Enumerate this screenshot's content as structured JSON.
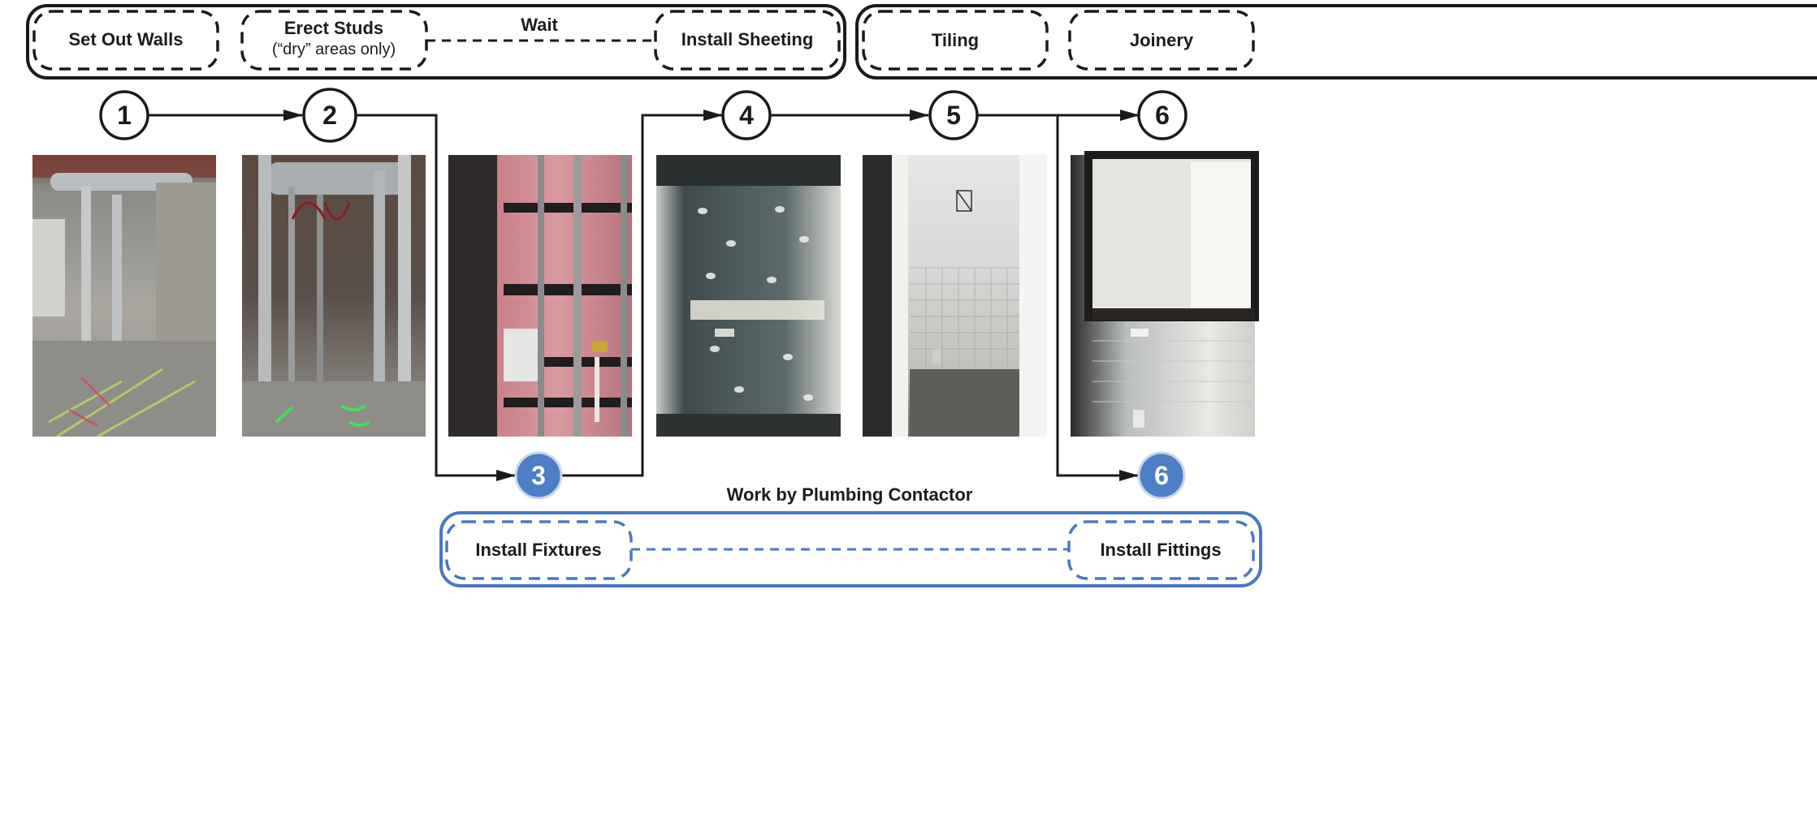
{
  "stages": {
    "set_out_walls": "Set Out Walls",
    "erect_studs": "Erect Studs",
    "erect_studs_note": "(“dry” areas only)",
    "wait": "Wait",
    "install_sheeting": "Install Sheeting",
    "tiling": "Tiling",
    "joinery": "Joinery"
  },
  "steps": [
    "1",
    "2",
    "3",
    "4",
    "5",
    "6",
    "6"
  ],
  "plumbing": {
    "title": "Work by Plumbing Contactor",
    "install_fixtures": "Install Fixtures",
    "install_fittings": "Install Fittings"
  },
  "colors": {
    "black": "#1a1a1a",
    "plumbing_blue": "#4a78c0",
    "step_fill_blue": "#4d7ec6"
  },
  "photos": [
    {
      "name": "photo-bare-slab",
      "subject": "bare concrete slab with setout lines"
    },
    {
      "name": "photo-steel-studs",
      "subject": "steel stud framing"
    },
    {
      "name": "photo-plumbing-fixtures",
      "subject": "insulation and concealed cistern fixture"
    },
    {
      "name": "photo-sheeting",
      "subject": "wall sheeting installed"
    },
    {
      "name": "photo-tiling",
      "subject": "tiled bathroom walls and floor"
    },
    {
      "name": "photo-joinery",
      "subject": "joinery mirror cabinet and fittings"
    }
  ]
}
